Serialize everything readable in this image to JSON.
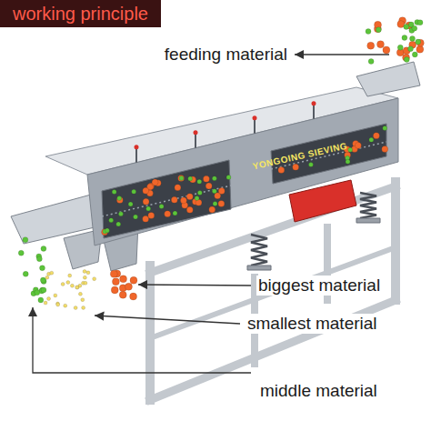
{
  "diagram": {
    "title": "working principle",
    "labels": [
      "feeding material",
      "biggest material",
      "smallest material",
      "middle material",
      "YONGOING SIEVING"
    ]
  }
}
